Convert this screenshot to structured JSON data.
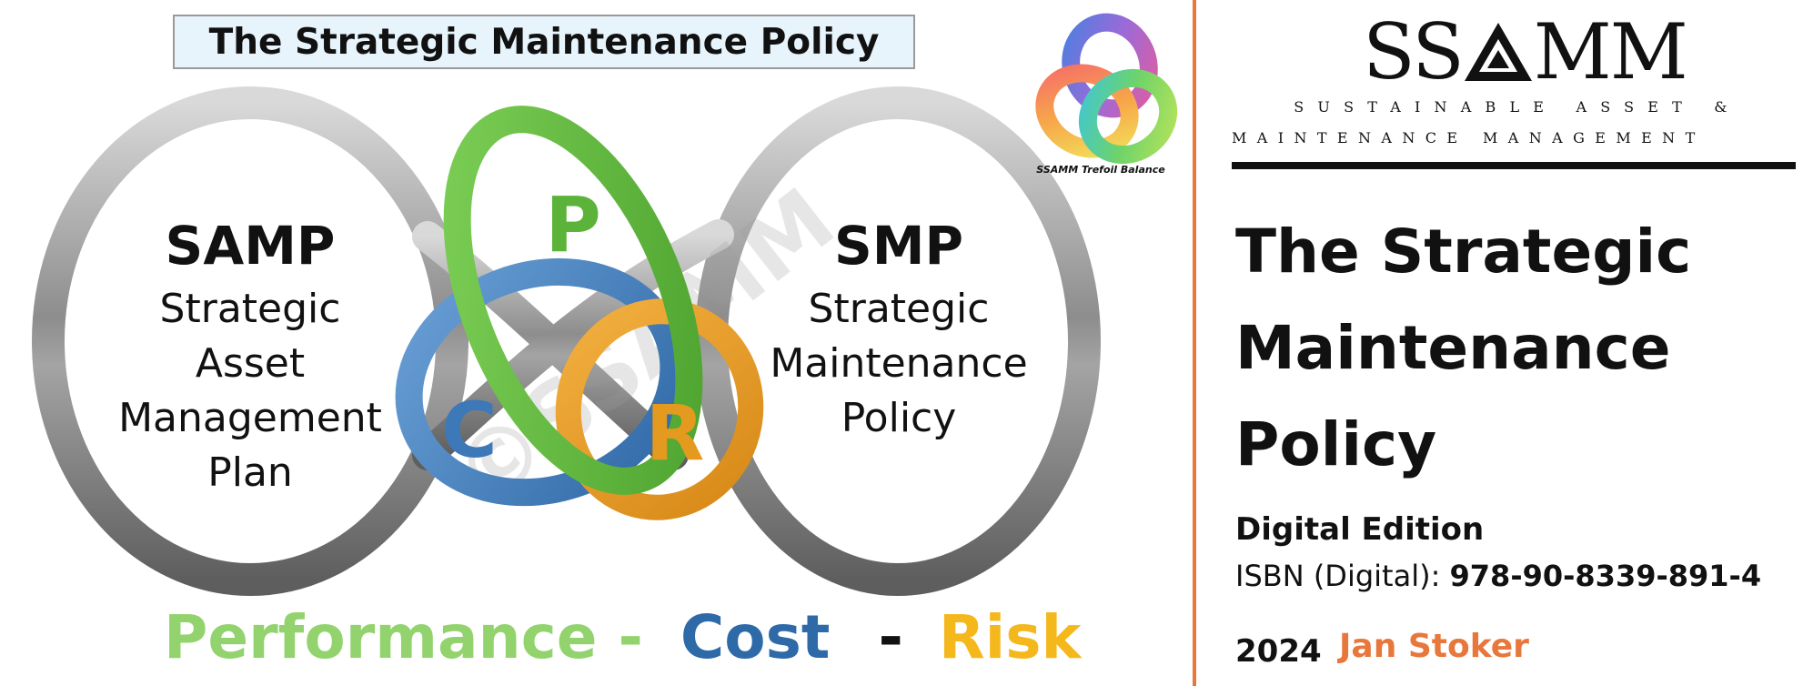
{
  "banner_title": "The Strategic Maintenance Policy",
  "left_ring": {
    "heading": "SAMP",
    "lines": [
      "Strategic",
      "Asset",
      "Management",
      "Plan"
    ]
  },
  "right_ring": {
    "heading": "SMP",
    "lines": [
      "Strategic",
      "Maintenance",
      "Policy"
    ]
  },
  "trefoil_letters": {
    "p": "P",
    "c": "C",
    "r": "R"
  },
  "watermark": "©SSAMM",
  "tagline": {
    "performance": "Performance -",
    "cost": "Cost",
    "dash": "-",
    "risk": "Risk"
  },
  "logo_caption": "SSAMM Trefoil Balance",
  "brand": {
    "name_left": "SS",
    "name_right": "MM",
    "sub1": "SUSTAINABLE ASSET &",
    "sub2": "MAINTENANCE MANAGEMENT"
  },
  "book": {
    "title_lines": [
      "The Strategic",
      "Maintenance",
      "Policy"
    ],
    "edition": "Digital Edition",
    "isbn_label": "ISBN (Digital):",
    "isbn_value": "978-90-8339-891-4",
    "year": "2024",
    "author": "Jan Stoker"
  },
  "colors": {
    "performance": "#92d36e",
    "cost": "#2e6aa8",
    "risk": "#f5b81c",
    "accent": "#e8773b",
    "ring_green": "#6cbf45",
    "ring_blue": "#4a82c0",
    "ring_orange": "#e69a26"
  }
}
